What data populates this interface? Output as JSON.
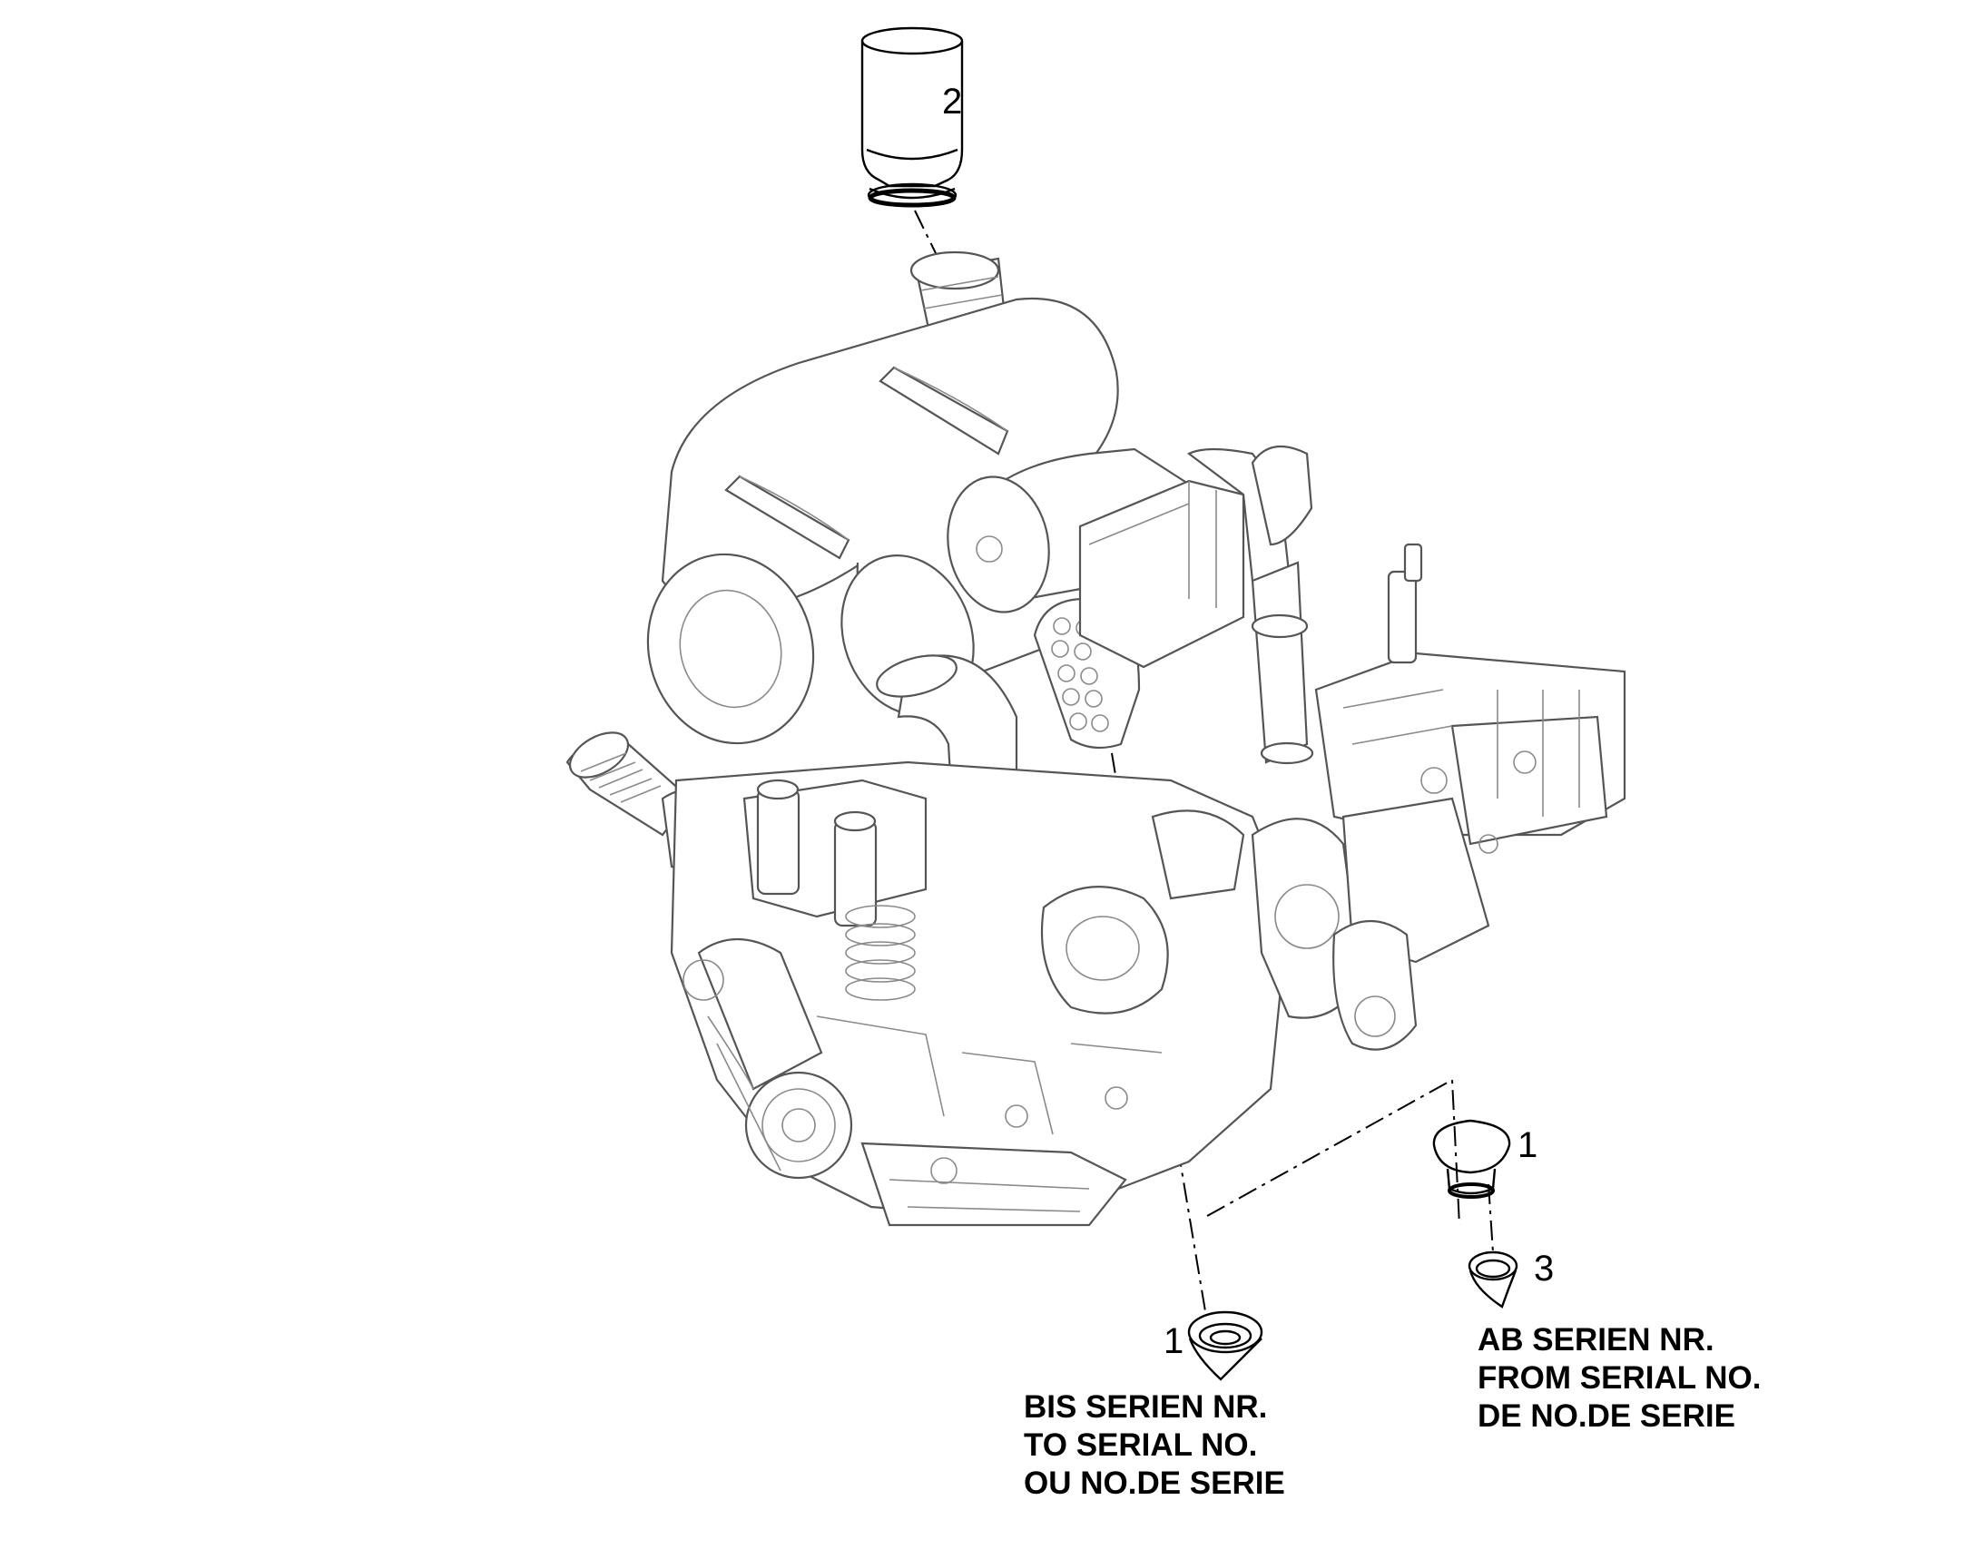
{
  "callouts": {
    "top_pipe": "2",
    "upper_cap": "1",
    "lower_adapter": "3",
    "lower_cap": "1"
  },
  "notes": {
    "to_serial": [
      "BIS SERIEN NR.",
      "TO SERIAL NO.",
      "OU NO.DE SERIE"
    ],
    "from_serial": [
      "AB SERIEN NR.",
      "FROM SERIAL NO.",
      "DE NO.DE SERIE"
    ]
  },
  "colors": {
    "line_art": "#555555",
    "leader": "#000000",
    "background": "#ffffff"
  }
}
